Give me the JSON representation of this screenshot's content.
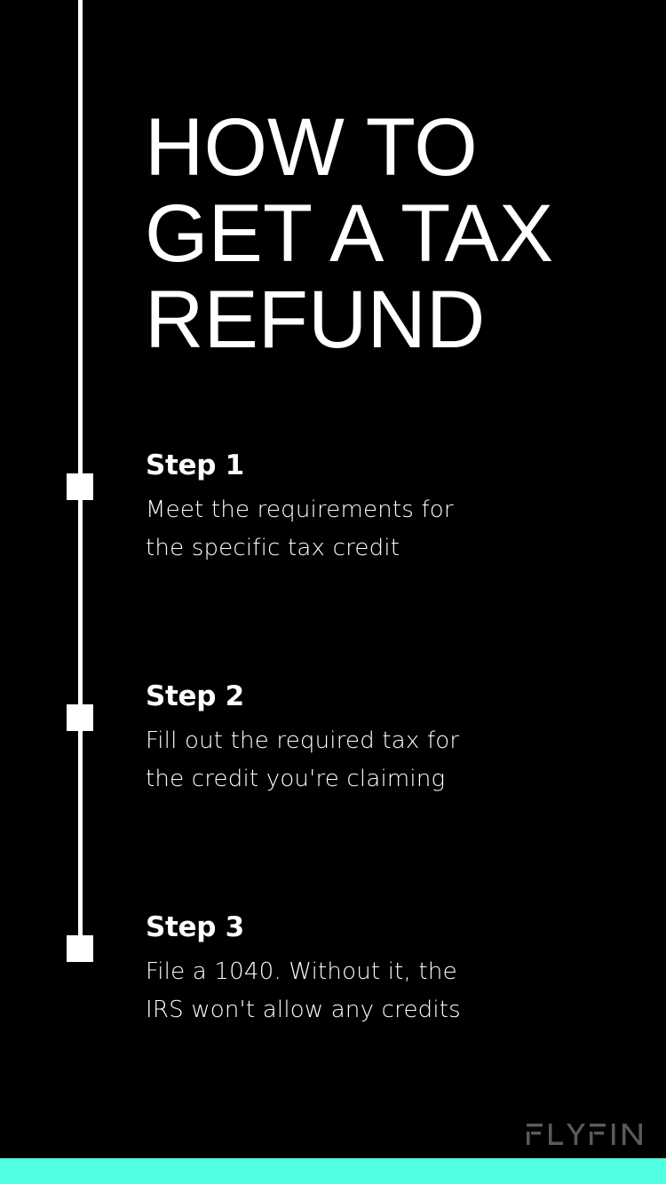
{
  "title": {
    "lines": [
      "HOW TO",
      "GET A TAX",
      "REFUND"
    ]
  },
  "steps": [
    {
      "heading": "Step 1",
      "body_lines": [
        "Meet the requirements for",
        "the specific tax credit"
      ]
    },
    {
      "heading": "Step 2",
      "body_lines": [
        "Fill out the required tax for",
        "the credit you're claiming"
      ]
    },
    {
      "heading": "Step 3",
      "body_lines": [
        "File a 1040. Without it, the",
        "IRS won't allow any credits"
      ]
    }
  ],
  "brand": {
    "logo_text": "FLYFIN",
    "logo_color": "#5a5a5a",
    "accent_color": "#4effe0"
  },
  "colors": {
    "background": "#000000",
    "text": "#ffffff"
  }
}
